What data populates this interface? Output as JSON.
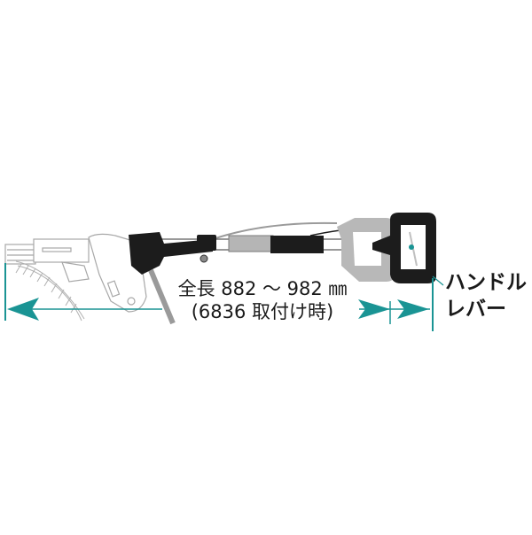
{
  "diagram": {
    "subject": "Extension handle attached to auto-feed screwdriver",
    "dimension": {
      "line1": "全長 882 ～ 982 ㎜",
      "line2": "(6836 取付け時)",
      "min_mm": 882,
      "max_mm": 982,
      "model": "6836"
    },
    "callout": {
      "line1": "ハンドル",
      "line2": "レバー"
    },
    "colors": {
      "accent": "#1a9494",
      "handle_black": "#1c1c1c",
      "body_gray": "#b8b8b8",
      "outline_gray": "#9a9a9a",
      "text": "#1a1a1a"
    }
  }
}
